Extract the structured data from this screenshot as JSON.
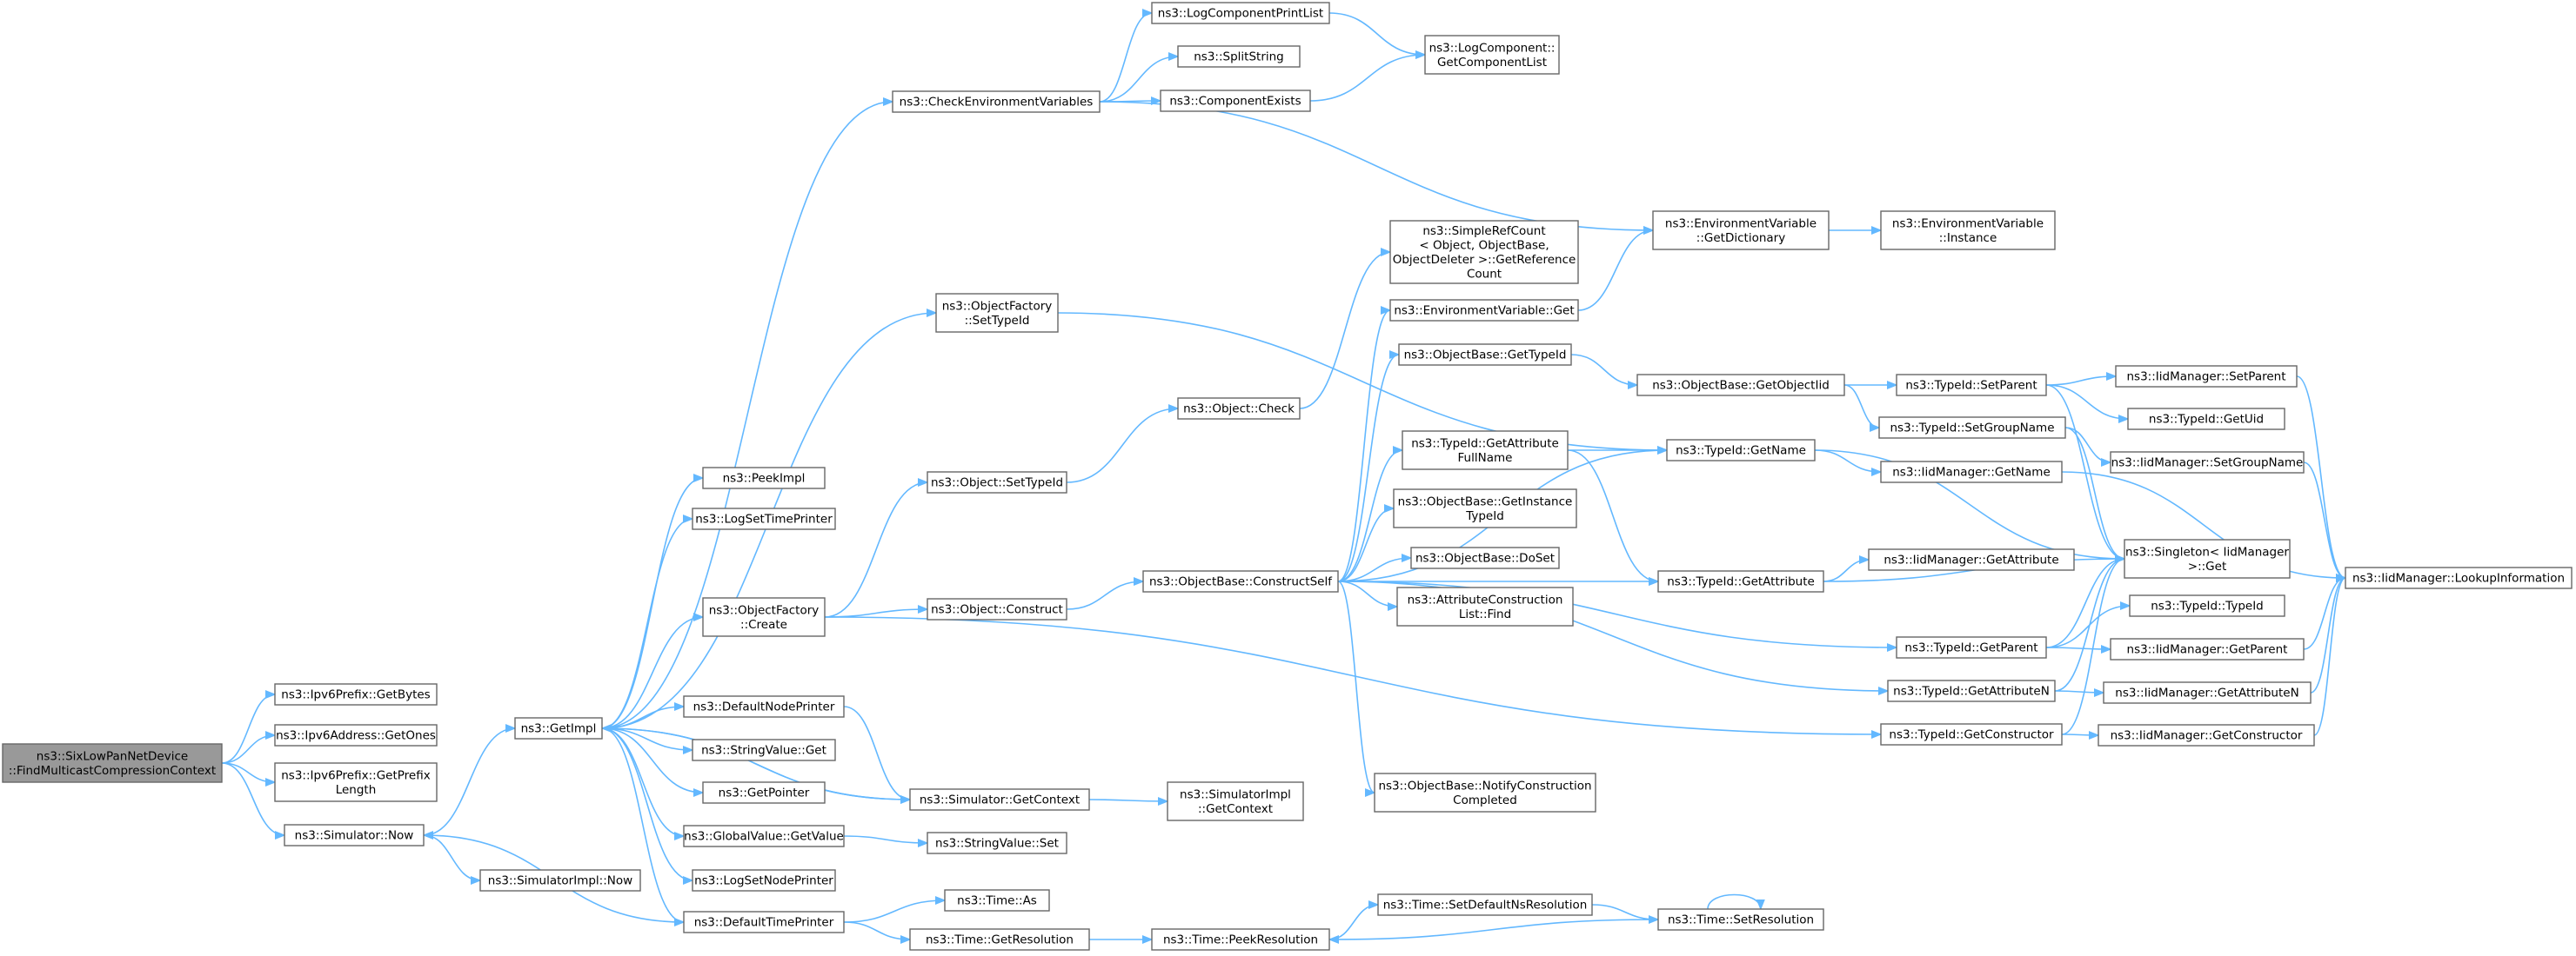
{
  "diagram": {
    "accent_color": "#63b8ff",
    "root_fill": "#999999",
    "node_border": "#666666",
    "nodes": [
      {
        "id": "root",
        "lines": [
          "ns3::SixLowPanNetDevice",
          "::FindMulticastCompressionContext"
        ],
        "root": true
      },
      {
        "id": "ipv6p_getbytes",
        "lines": [
          "ns3::Ipv6Prefix::GetBytes"
        ]
      },
      {
        "id": "ipv6a_getones",
        "lines": [
          "ns3::Ipv6Address::GetOnes"
        ]
      },
      {
        "id": "ipv6p_getprefixlength",
        "lines": [
          "ns3::Ipv6Prefix::GetPrefix",
          "Length"
        ]
      },
      {
        "id": "sim_now",
        "lines": [
          "ns3::Simulator::Now"
        ]
      },
      {
        "id": "getimpl",
        "lines": [
          "ns3::GetImpl"
        ]
      },
      {
        "id": "simimpl_now",
        "lines": [
          "ns3::SimulatorImpl::Now"
        ]
      },
      {
        "id": "peekimpl",
        "lines": [
          "ns3::PeekImpl"
        ]
      },
      {
        "id": "logsettimeprinter",
        "lines": [
          "ns3::LogSetTimePrinter"
        ]
      },
      {
        "id": "objfactory_create",
        "lines": [
          "ns3::ObjectFactory",
          "::Create"
        ]
      },
      {
        "id": "defaultnodeprinter",
        "lines": [
          "ns3::DefaultNodePrinter"
        ]
      },
      {
        "id": "stringvalue_get",
        "lines": [
          "ns3::StringValue::Get"
        ]
      },
      {
        "id": "getpointer",
        "lines": [
          "ns3::GetPointer"
        ]
      },
      {
        "id": "globalvalue_getvalue",
        "lines": [
          "ns3::GlobalValue::GetValue"
        ]
      },
      {
        "id": "logsetnodeprinter",
        "lines": [
          "ns3::LogSetNodePrinter"
        ]
      },
      {
        "id": "defaulttimeprinter",
        "lines": [
          "ns3::DefaultTimePrinter"
        ]
      },
      {
        "id": "checkenv",
        "lines": [
          "ns3::CheckEnvironmentVariables"
        ]
      },
      {
        "id": "objfactory_settypeid",
        "lines": [
          "ns3::ObjectFactory",
          "::SetTypeId"
        ]
      },
      {
        "id": "object_settypeid",
        "lines": [
          "ns3::Object::SetTypeId"
        ]
      },
      {
        "id": "object_construct",
        "lines": [
          "ns3::Object::Construct"
        ]
      },
      {
        "id": "sim_getcontext",
        "lines": [
          "ns3::Simulator::GetContext"
        ]
      },
      {
        "id": "stringvalue_set",
        "lines": [
          "ns3::StringValue::Set"
        ]
      },
      {
        "id": "time_as",
        "lines": [
          "ns3::Time::As"
        ]
      },
      {
        "id": "time_getresolution",
        "lines": [
          "ns3::Time::GetResolution"
        ]
      },
      {
        "id": "logcompprintlist",
        "lines": [
          "ns3::LogComponentPrintList"
        ]
      },
      {
        "id": "splitstring",
        "lines": [
          "ns3::SplitString"
        ]
      },
      {
        "id": "componentexists",
        "lines": [
          "ns3::ComponentExists"
        ]
      },
      {
        "id": "logcomp_getcomplist",
        "lines": [
          "ns3::LogComponent::",
          "GetComponentList"
        ]
      },
      {
        "id": "object_check",
        "lines": [
          "ns3::Object::Check"
        ]
      },
      {
        "id": "objbase_constructself",
        "lines": [
          "ns3::ObjectBase::ConstructSelf"
        ]
      },
      {
        "id": "simimpl_getcontext",
        "lines": [
          "ns3::SimulatorImpl",
          "::GetContext"
        ]
      },
      {
        "id": "time_peekresolution",
        "lines": [
          "ns3::Time::PeekResolution"
        ]
      },
      {
        "id": "simplerefcount",
        "lines": [
          "ns3::SimpleRefCount",
          "< Object, ObjectBase,",
          "ObjectDeleter >::GetReference",
          "Count"
        ]
      },
      {
        "id": "envvar_get",
        "lines": [
          "ns3::EnvironmentVariable::Get"
        ]
      },
      {
        "id": "objbase_gettypeid",
        "lines": [
          "ns3::ObjectBase::GetTypeId"
        ]
      },
      {
        "id": "typeid_getattrfullname",
        "lines": [
          "ns3::TypeId::GetAttribute",
          "FullName"
        ]
      },
      {
        "id": "objbase_getinstancetypeid",
        "lines": [
          "ns3::ObjectBase::GetInstance",
          "TypeId"
        ]
      },
      {
        "id": "objbase_doset",
        "lines": [
          "ns3::ObjectBase::DoSet"
        ]
      },
      {
        "id": "attrconstructionlist_find",
        "lines": [
          "ns3::AttributeConstruction",
          "List::Find"
        ]
      },
      {
        "id": "objbase_notifyconstruction",
        "lines": [
          "ns3::ObjectBase::NotifyConstruction",
          "Completed"
        ]
      },
      {
        "id": "time_setdefaultnsres",
        "lines": [
          "ns3::Time::SetDefaultNsResolution"
        ]
      },
      {
        "id": "envvar_getdictionary",
        "lines": [
          "ns3::EnvironmentVariable",
          "::GetDictionary"
        ]
      },
      {
        "id": "objbase_getobjectiid",
        "lines": [
          "ns3::ObjectBase::GetObjectIid"
        ]
      },
      {
        "id": "typeid_getname",
        "lines": [
          "ns3::TypeId::GetName"
        ]
      },
      {
        "id": "typeid_getattribute",
        "lines": [
          "ns3::TypeId::GetAttribute"
        ]
      },
      {
        "id": "time_setresolution",
        "lines": [
          "ns3::Time::SetResolution"
        ]
      },
      {
        "id": "envvar_instance",
        "lines": [
          "ns3::EnvironmentVariable",
          "::Instance"
        ]
      },
      {
        "id": "typeid_setparent",
        "lines": [
          "ns3::TypeId::SetParent"
        ]
      },
      {
        "id": "typeid_setgroupname",
        "lines": [
          "ns3::TypeId::SetGroupName"
        ]
      },
      {
        "id": "iidmgr_getname",
        "lines": [
          "ns3::IidManager::GetName"
        ]
      },
      {
        "id": "iidmgr_getattribute",
        "lines": [
          "ns3::IidManager::GetAttribute"
        ]
      },
      {
        "id": "typeid_getparent",
        "lines": [
          "ns3::TypeId::GetParent"
        ]
      },
      {
        "id": "typeid_getattributen",
        "lines": [
          "ns3::TypeId::GetAttributeN"
        ]
      },
      {
        "id": "typeid_getconstructor",
        "lines": [
          "ns3::TypeId::GetConstructor"
        ]
      },
      {
        "id": "iidmgr_setparent",
        "lines": [
          "ns3::IidManager::SetParent"
        ]
      },
      {
        "id": "typeid_getuid",
        "lines": [
          "ns3::TypeId::GetUid"
        ]
      },
      {
        "id": "iidmgr_setgroupname",
        "lines": [
          "ns3::IidManager::SetGroupName"
        ]
      },
      {
        "id": "singleton_get",
        "lines": [
          "ns3::Singleton< IidManager",
          " >::Get"
        ]
      },
      {
        "id": "typeid_typeid",
        "lines": [
          "ns3::TypeId::TypeId"
        ]
      },
      {
        "id": "iidmgr_getparent",
        "lines": [
          "ns3::IidManager::GetParent"
        ]
      },
      {
        "id": "iidmgr_getattributen",
        "lines": [
          "ns3::IidManager::GetAttributeN"
        ]
      },
      {
        "id": "iidmgr_getconstructor",
        "lines": [
          "ns3::IidManager::GetConstructor"
        ]
      },
      {
        "id": "iidmgr_lookupinformation",
        "lines": [
          "ns3::IidManager::LookupInformation"
        ]
      }
    ],
    "edges": [
      [
        "root",
        "ipv6p_getbytes"
      ],
      [
        "root",
        "ipv6a_getones"
      ],
      [
        "root",
        "ipv6p_getprefixlength"
      ],
      [
        "root",
        "sim_now"
      ],
      [
        "sim_now",
        "getimpl"
      ],
      [
        "sim_now",
        "simimpl_now"
      ],
      [
        "getimpl",
        "peekimpl"
      ],
      [
        "getimpl",
        "logsettimeprinter"
      ],
      [
        "getimpl",
        "objfactory_create"
      ],
      [
        "getimpl",
        "defaultnodeprinter"
      ],
      [
        "getimpl",
        "stringvalue_get"
      ],
      [
        "getimpl",
        "getpointer"
      ],
      [
        "getimpl",
        "globalvalue_getvalue"
      ],
      [
        "getimpl",
        "logsetnodeprinter"
      ],
      [
        "getimpl",
        "defaulttimeprinter"
      ],
      [
        "getimpl",
        "checkenv"
      ],
      [
        "getimpl",
        "objfactory_settypeid"
      ],
      [
        "getimpl",
        "sim_getcontext"
      ],
      [
        "objfactory_create",
        "object_settypeid"
      ],
      [
        "objfactory_create",
        "object_construct"
      ],
      [
        "objfactory_create",
        "typeid_getconstructor"
      ],
      [
        "defaultnodeprinter",
        "sim_getcontext"
      ],
      [
        "sim_getcontext",
        "getimpl"
      ],
      [
        "sim_getcontext",
        "simimpl_getcontext"
      ],
      [
        "globalvalue_getvalue",
        "stringvalue_set"
      ],
      [
        "defaulttimeprinter",
        "sim_now"
      ],
      [
        "defaulttimeprinter",
        "time_as"
      ],
      [
        "defaulttimeprinter",
        "time_getresolution"
      ],
      [
        "time_getresolution",
        "time_peekresolution"
      ],
      [
        "time_peekresolution",
        "time_setdefaultnsres"
      ],
      [
        "time_setdefaultnsres",
        "time_setresolution"
      ],
      [
        "time_setresolution",
        "time_setresolution"
      ],
      [
        "time_setresolution",
        "time_peekresolution"
      ],
      [
        "checkenv",
        "logcompprintlist"
      ],
      [
        "checkenv",
        "splitstring"
      ],
      [
        "checkenv",
        "componentexists"
      ],
      [
        "checkenv",
        "envvar_getdictionary"
      ],
      [
        "logcompprintlist",
        "logcomp_getcomplist"
      ],
      [
        "componentexists",
        "logcomp_getcomplist"
      ],
      [
        "objfactory_settypeid",
        "typeid_getname"
      ],
      [
        "object_settypeid",
        "object_check"
      ],
      [
        "object_check",
        "simplerefcount"
      ],
      [
        "object_construct",
        "objbase_constructself"
      ],
      [
        "objbase_constructself",
        "envvar_get"
      ],
      [
        "objbase_constructself",
        "objbase_gettypeid"
      ],
      [
        "objbase_constructself",
        "typeid_getname"
      ],
      [
        "objbase_constructself",
        "typeid_getattrfullname"
      ],
      [
        "objbase_constructself",
        "objbase_getinstancetypeid"
      ],
      [
        "objbase_constructself",
        "objbase_doset"
      ],
      [
        "objbase_constructself",
        "attrconstructionlist_find"
      ],
      [
        "objbase_constructself",
        "typeid_getattribute"
      ],
      [
        "objbase_constructself",
        "typeid_getparent"
      ],
      [
        "objbase_constructself",
        "typeid_getattributen"
      ],
      [
        "objbase_constructself",
        "objbase_notifyconstruction"
      ],
      [
        "envvar_get",
        "envvar_getdictionary"
      ],
      [
        "envvar_getdictionary",
        "envvar_instance"
      ],
      [
        "objbase_gettypeid",
        "objbase_getobjectiid"
      ],
      [
        "objbase_getobjectiid",
        "typeid_setparent"
      ],
      [
        "objbase_getobjectiid",
        "typeid_setgroupname"
      ],
      [
        "typeid_getattrfullname",
        "typeid_getname"
      ],
      [
        "typeid_getattrfullname",
        "typeid_getattribute"
      ],
      [
        "typeid_getname",
        "iidmgr_getname"
      ],
      [
        "typeid_getname",
        "singleton_get"
      ],
      [
        "typeid_getattribute",
        "iidmgr_getattribute"
      ],
      [
        "typeid_getattribute",
        "singleton_get"
      ],
      [
        "typeid_setparent",
        "iidmgr_setparent"
      ],
      [
        "typeid_setparent",
        "typeid_getuid"
      ],
      [
        "typeid_setparent",
        "singleton_get"
      ],
      [
        "typeid_setgroupname",
        "iidmgr_setgroupname"
      ],
      [
        "typeid_setgroupname",
        "singleton_get"
      ],
      [
        "iidmgr_getname",
        "iidmgr_lookupinformation"
      ],
      [
        "iidmgr_setparent",
        "iidmgr_lookupinformation"
      ],
      [
        "iidmgr_setgroupname",
        "iidmgr_lookupinformation"
      ],
      [
        "typeid_getparent",
        "singleton_get"
      ],
      [
        "typeid_getparent",
        "typeid_typeid"
      ],
      [
        "typeid_getparent",
        "iidmgr_getparent"
      ],
      [
        "typeid_getattributen",
        "singleton_get"
      ],
      [
        "typeid_getattributen",
        "iidmgr_getattributen"
      ],
      [
        "typeid_getconstructor",
        "singleton_get"
      ],
      [
        "typeid_getconstructor",
        "iidmgr_getconstructor"
      ],
      [
        "iidmgr_getparent",
        "iidmgr_lookupinformation"
      ],
      [
        "iidmgr_getattributen",
        "iidmgr_lookupinformation"
      ],
      [
        "iidmgr_getconstructor",
        "iidmgr_lookupinformation"
      ]
    ]
  }
}
